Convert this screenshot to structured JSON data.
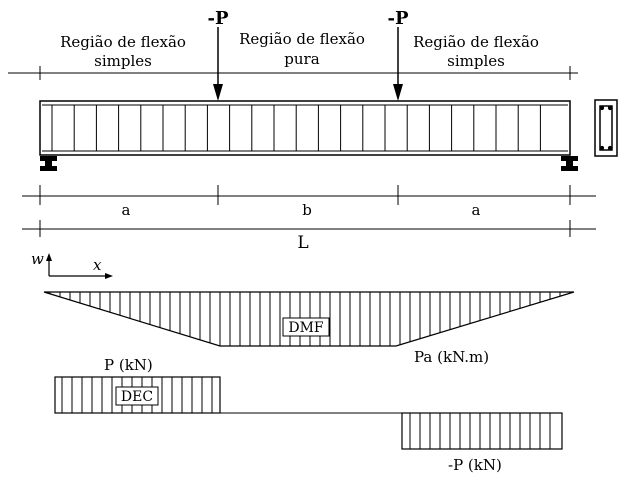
{
  "loads": {
    "left": "-P",
    "right": "-P"
  },
  "regions": {
    "left_line1": "Região de flexão",
    "left_line2": "simples",
    "center_line1": "Região de flexão",
    "center_line2": "pura",
    "right_line1": "Região de flexão",
    "right_line2": "simples"
  },
  "dimensions": {
    "a_left": "a",
    "b": "b",
    "a_right": "a",
    "total": "L"
  },
  "axes": {
    "vertical": "w",
    "horizontal": "x"
  },
  "moment_diagram": {
    "tag": "DMF",
    "value_label": "Pa (kN.m)"
  },
  "shear_diagram": {
    "tag": "DEC",
    "positive_label": "P (kN)",
    "negative_label": "-P (kN)"
  }
}
